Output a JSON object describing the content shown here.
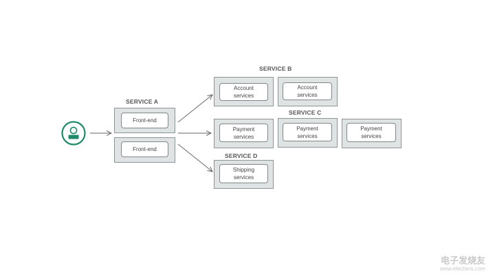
{
  "services": {
    "a": {
      "title": "SERVICE A",
      "front_end_1": "Front-end",
      "front_end_2": "Front-end"
    },
    "b": {
      "title": "SERVICE B",
      "account_1": [
        "Account",
        "services"
      ],
      "account_2": [
        "Account",
        "services"
      ]
    },
    "c": {
      "title": "SERVICE C",
      "payment_1": [
        "Payment",
        "services"
      ],
      "payment_2": [
        "Payment",
        "services"
      ],
      "payment_3": [
        "Payment",
        "services"
      ]
    },
    "d": {
      "title": "SERVICE D",
      "shipping": [
        "Shipping",
        "services"
      ]
    }
  },
  "icons": {
    "user": "user-avatar-icon"
  },
  "colors": {
    "accent": "#1e8a6a",
    "container_fill": "#dfe3e3",
    "container_border": "#8a9494"
  },
  "watermark": {
    "text": "电子发烧友",
    "url": "www.elecfans.com"
  }
}
